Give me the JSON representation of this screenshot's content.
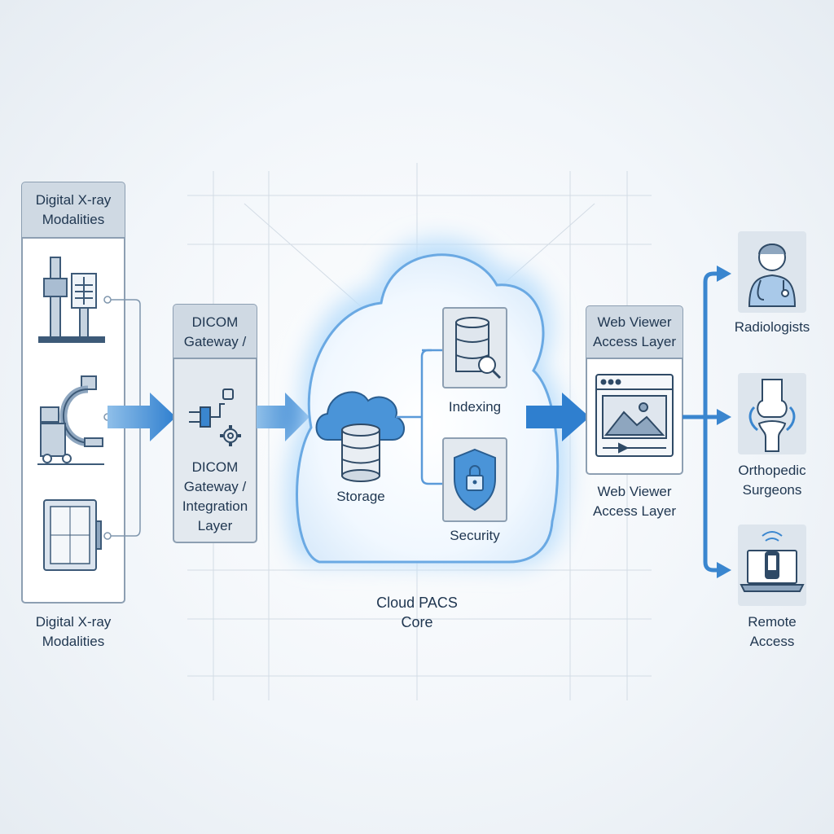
{
  "colors": {
    "accent": "#3a86cf",
    "arrow": "#3d8ad6",
    "panel_header": "#cfd9e3",
    "panel_border": "#8d9fb2",
    "line": "#4a6b8c",
    "cloud_glow": "#bfe0fb"
  },
  "modalities": {
    "header": "Digital X-ray\nModalities",
    "caption": "Digital X-ray\nModalities",
    "icons": [
      "x-ray-stand-icon",
      "c-arm-icon",
      "flat-panel-detector-icon"
    ]
  },
  "gateway": {
    "header": "DICOM\nGateway /",
    "caption": "DICOM\nGateway /\nIntegration\nLayer",
    "icon": "plug-gear-icon"
  },
  "cloud": {
    "storage": "Storage",
    "indexing": "Indexing",
    "security": "Security",
    "caption": "Cloud PACS\nCore"
  },
  "viewer": {
    "header": "Web Viewer\nAccess Layer",
    "caption": "Web Viewer\nAccess Layer",
    "icon": "browser-image-icon"
  },
  "users": [
    {
      "label": "Radiologists",
      "icon": "doctor-icon"
    },
    {
      "label": "Orthopedic\nSurgeons",
      "icon": "knee-joint-icon"
    },
    {
      "label": "Remote\nAccess",
      "icon": "laptop-phone-icon"
    }
  ]
}
